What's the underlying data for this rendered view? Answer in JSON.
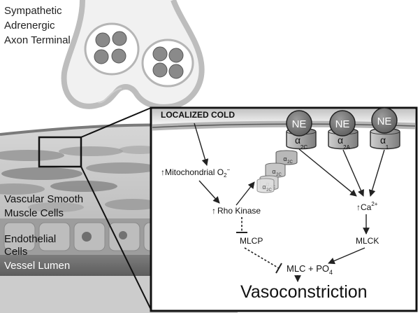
{
  "labels": {
    "axon_line1": "Sympathetic",
    "axon_line2": "Adrenergic",
    "axon_line3": "Axon Terminal",
    "vsm_line1": "Vascular Smooth",
    "vsm_line2": "Muscle Cells",
    "endo_line1": "Endothelial",
    "endo_line2": "Cells",
    "lumen": "Vessel Lumen"
  },
  "inset": {
    "localized_cold": "LOCALIZED COLD",
    "mito_arrow": "↑",
    "mito": "Mitochondrial O",
    "mito_sub": "2",
    "mito_sup": "−",
    "rho_arrow": "↑",
    "rho": "Rho Kinase",
    "mlcp": "MLCP",
    "ca_arrow": "↑",
    "ca": "Ca",
    "ca_sup": "2+",
    "mlck": "MLCK",
    "mlc": "MLC + PO",
    "mlc_sub": "4",
    "result": "Vasoconstriction",
    "ne": "NE",
    "alpha": "α",
    "r1_sub": "2C",
    "r2_sub": "2A",
    "r3_sub": "1",
    "small_sub": "2C"
  },
  "colors": {
    "receptor_fill": "#a8a8a8",
    "ne_fill": "#7a7a7a",
    "vesicle_fill": "#8a8a8a",
    "membrane": "#bdbdbd"
  }
}
